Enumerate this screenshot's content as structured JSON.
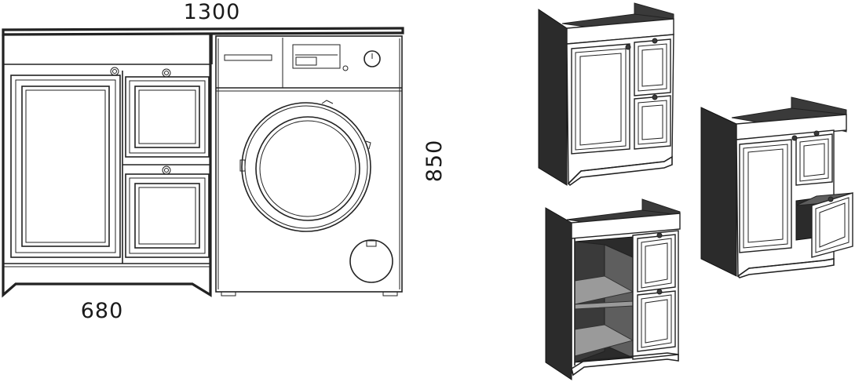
{
  "dimensions": {
    "total_width": "1300",
    "cabinet_width": "680",
    "height": "850"
  }
}
